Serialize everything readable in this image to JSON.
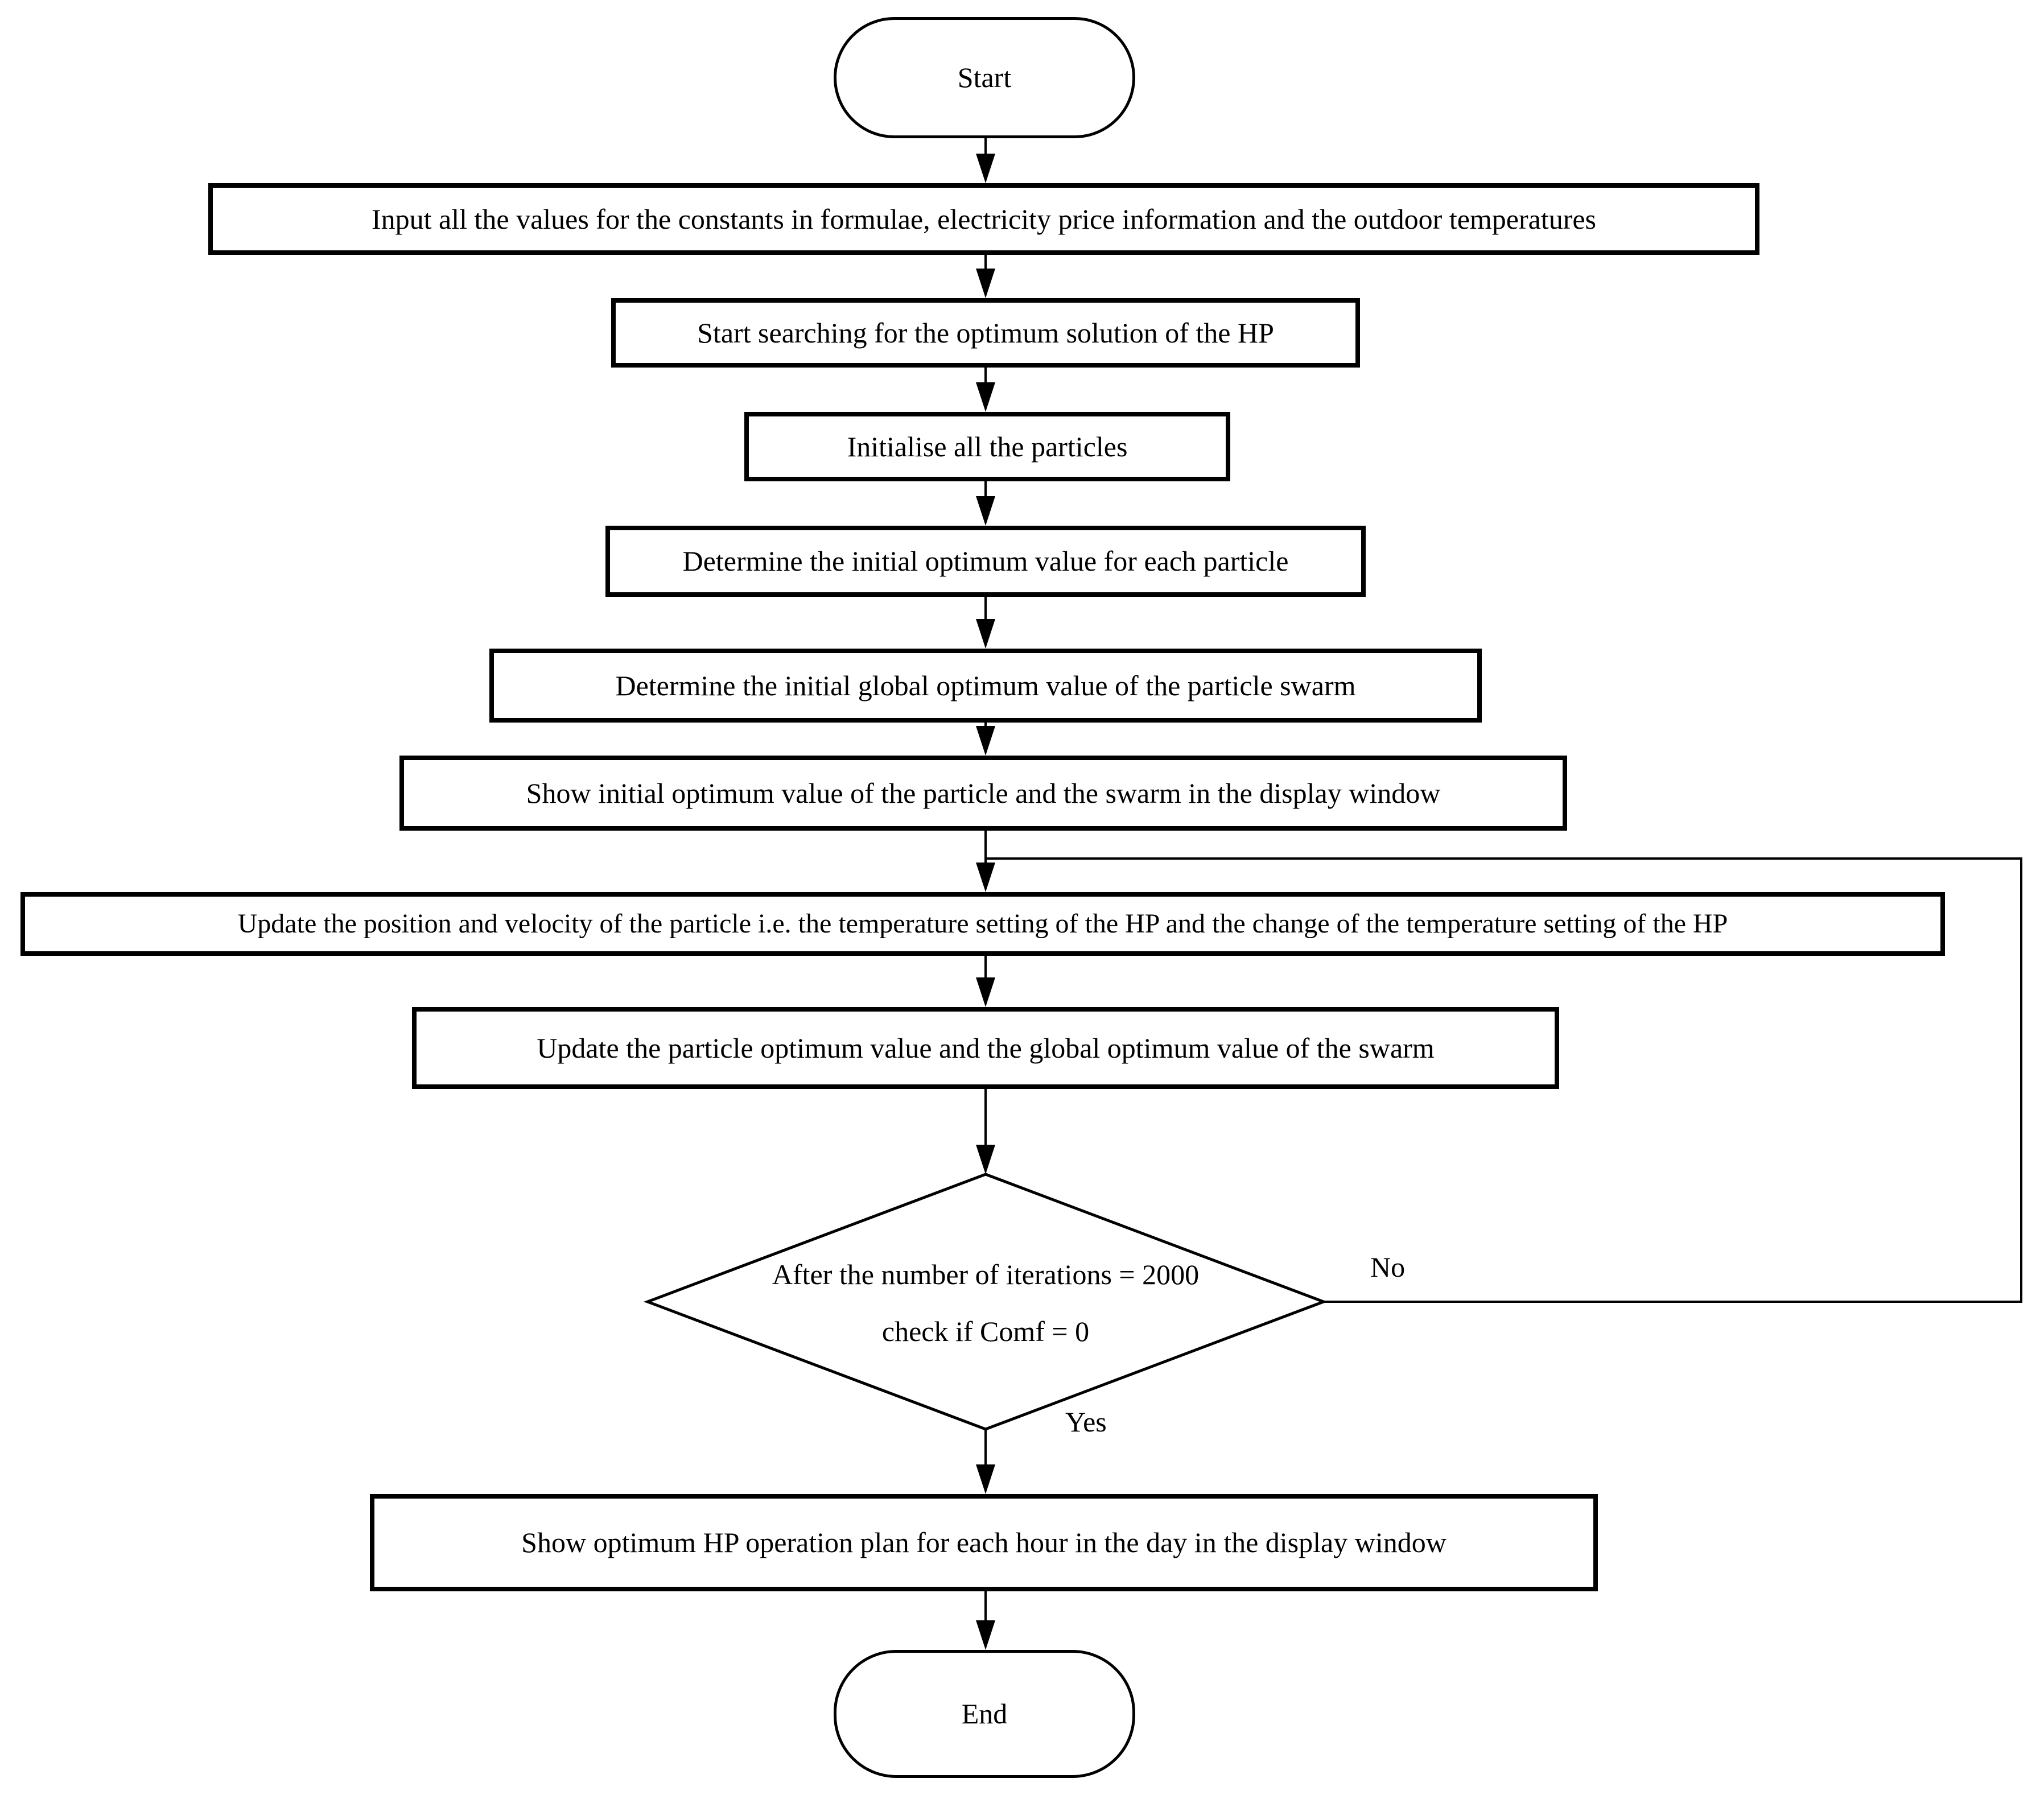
{
  "nodes": {
    "start": "Start",
    "input_values": "Input all the values for the constants in formulae, electricity price information and the outdoor temperatures",
    "start_searching": "Start searching for the optimum solution of the HP",
    "initialise_particles": "Initialise all the particles",
    "initial_particle_optimum": "Determine the initial optimum value for each particle",
    "initial_global_optimum": "Determine the initial global optimum value of the particle swarm",
    "show_initial_optimum": "Show initial optimum value of the particle and the swarm in the display window",
    "update_position_velocity": "Update the position and velocity of the particle i.e. the temperature setting of the HP and the change of the temperature setting of the HP",
    "update_optimum_values": "Update the particle optimum value and the global optimum value of the swarm",
    "decision_line1": "After the number of iterations = 2000",
    "decision_line2": "check if Comf = 0",
    "show_plan": "Show optimum HP operation plan for each hour in the day in the display window",
    "end": "End"
  },
  "branch_labels": {
    "yes": "Yes",
    "no": "No"
  },
  "colors": {
    "stroke": "#000000",
    "fill": "#ffffff"
  }
}
